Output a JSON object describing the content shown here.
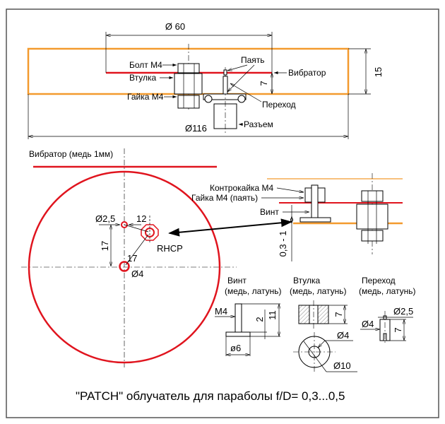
{
  "colors": {
    "copper_plate": "#f39a2e",
    "vibrator": "#e0141e",
    "frame": "#555555"
  },
  "top_view": {
    "dim_vibrator": "Ø 60",
    "dim_reflector": "Ø116",
    "dim_height": "15",
    "dim_gap": "7",
    "labels": {
      "bolt": "Болт М4",
      "sleeve": "Втулка",
      "nut": "Гайка М4",
      "solder": "Паять",
      "vibrator": "Вибратор",
      "adapter": "Переход",
      "connector": "Разъем"
    }
  },
  "plan_view": {
    "vibrator_label": "Вибратор (медь 1мм)",
    "dim_small_hole": "Ø2,5",
    "dim_offset_x": "12",
    "dim_offset_y": "17",
    "dim_offset_diag": "17",
    "dim_hole": "Ø4",
    "polarization": "RHCP"
  },
  "detail_view": {
    "locknut": "Контрокайка М4",
    "nut_solder": "Гайка М4 (паять)",
    "screw": "Винт",
    "gap": "0,3 - 1"
  },
  "parts": [
    {
      "name": "Винт",
      "material": "(медь, латунь)",
      "dims": {
        "thread": "М4",
        "head_h": "2",
        "length": "11",
        "head_d": "ø6"
      }
    },
    {
      "name": "Втулка",
      "material": "(медь, латунь)",
      "dims": {
        "height": "7",
        "inner": "Ø4",
        "outer": "Ø10"
      }
    },
    {
      "name": "Переход",
      "material": "(медь, латунь)",
      "dims": {
        "pin": "Ø2,5",
        "body": "Ø4",
        "height": "7"
      }
    }
  ],
  "caption": "\"PATCH\" облучатель для параболы f/D= 0,3...0,5"
}
